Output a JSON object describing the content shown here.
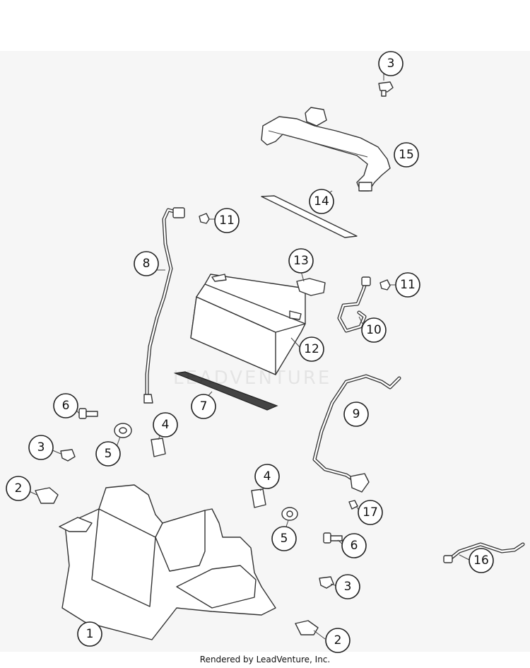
{
  "watermark": "LEADVENTURE",
  "footer": "Rendered by LeadVenture, Inc.",
  "callouts": [
    "1",
    "2",
    "2",
    "3",
    "3",
    "3",
    "4",
    "4",
    "5",
    "5",
    "6",
    "6",
    "7",
    "8",
    "9",
    "10",
    "11",
    "11",
    "12",
    "13",
    "14",
    "15",
    "16",
    "17"
  ]
}
